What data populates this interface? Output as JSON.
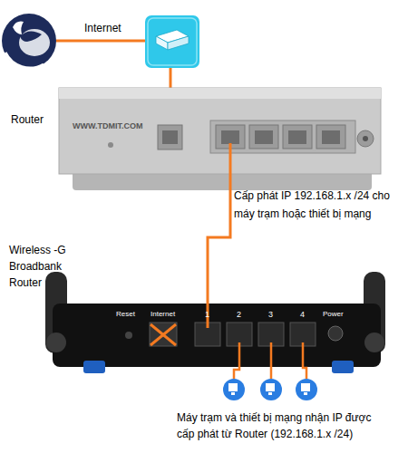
{
  "diagram": {
    "nodes": [
      {
        "text": [
          "Router",
          "WWW.TDMIT.COM"
        ]
      },
      {
        "text": [
          "Wireless -G Broadbank Router",
          "Reset",
          "Internet",
          "1",
          "2",
          "3",
          "4",
          "Power"
        ]
      }
    ],
    "edges": [
      {
        "from": 0,
        "to": 1,
        "arrow": "none",
        "label": "Cấp phát IP 192.168.1.x /24 cho máy trạm hoặc thiết bị mạng"
      }
    ],
    "labels": [
      "Internet",
      "Máy trạm và thiết bị mạng nhận IP được cấp phát từ Router (192.168.1.x /24)"
    ]
  }
}
